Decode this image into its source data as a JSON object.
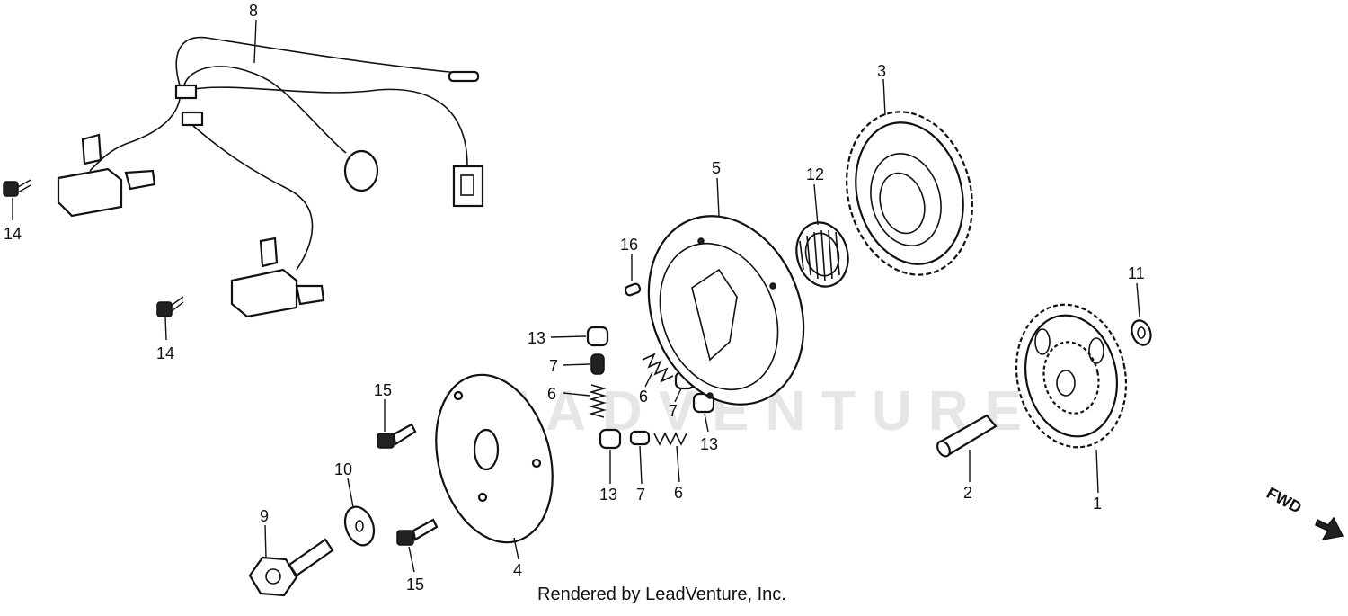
{
  "watermark": "LEADVENTURE",
  "credit": "Rendered by LeadVenture, Inc.",
  "fwd_label": "FWD",
  "callouts": {
    "p1": "1",
    "p2": "2",
    "p3": "3",
    "p4": "4",
    "p5": "5",
    "p6a": "6",
    "p6b": "6",
    "p6c": "6",
    "p7a": "7",
    "p7b": "7",
    "p7c": "7",
    "p8": "8",
    "p9": "9",
    "p10": "10",
    "p11": "11",
    "p12": "12",
    "p13a": "13",
    "p13b": "13",
    "p13c": "13",
    "p14a": "14",
    "p14b": "14",
    "p15a": "15",
    "p15b": "15",
    "p16": "16"
  }
}
